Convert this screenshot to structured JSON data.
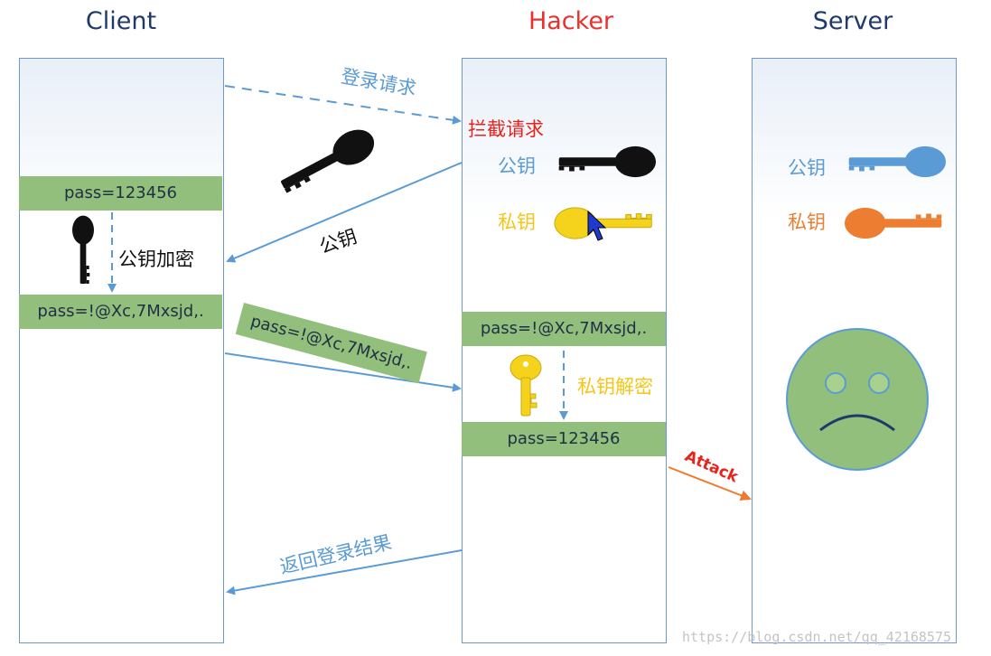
{
  "columns": {
    "client": "Client",
    "hacker": "Hacker",
    "server": "Server"
  },
  "client": {
    "pass_plain": "pass=123456",
    "encrypt_label": "公钥加密",
    "pass_cipher": "pass=!@Xc,7Mxsjd,."
  },
  "hacker": {
    "intercept_label": "拦截请求",
    "public_key_label": "公钥",
    "private_key_label": "私钥",
    "pass_cipher": "pass=!@Xc,7Mxsjd,.",
    "decrypt_label": "私钥解密",
    "pass_plain": "pass=123456"
  },
  "server": {
    "public_key_label": "公钥",
    "private_key_label": "私钥"
  },
  "arrows": {
    "login_request": "登录请求",
    "public_key": "公钥",
    "cipher_transfer": "pass=!@Xc,7Mxsjd,.",
    "attack": "Attack",
    "return_result": "返回登录结果"
  },
  "watermark": "https://blog.csdn.net/qq_42168575",
  "colors": {
    "client_title": "#1f3a6a",
    "hacker_title": "#e8322b",
    "server_title": "#1f3a6a",
    "arrow_blue": "#5b9bd5",
    "band_green": "#92bf7b",
    "black_key": "#111111",
    "yellow_key": "#f5d21c",
    "blue_key": "#5b9bd5",
    "orange_key": "#ed7d31",
    "attack_orange": "#f07a2c",
    "intercept_red": "#e8231c",
    "face_green": "#92bf7b"
  }
}
